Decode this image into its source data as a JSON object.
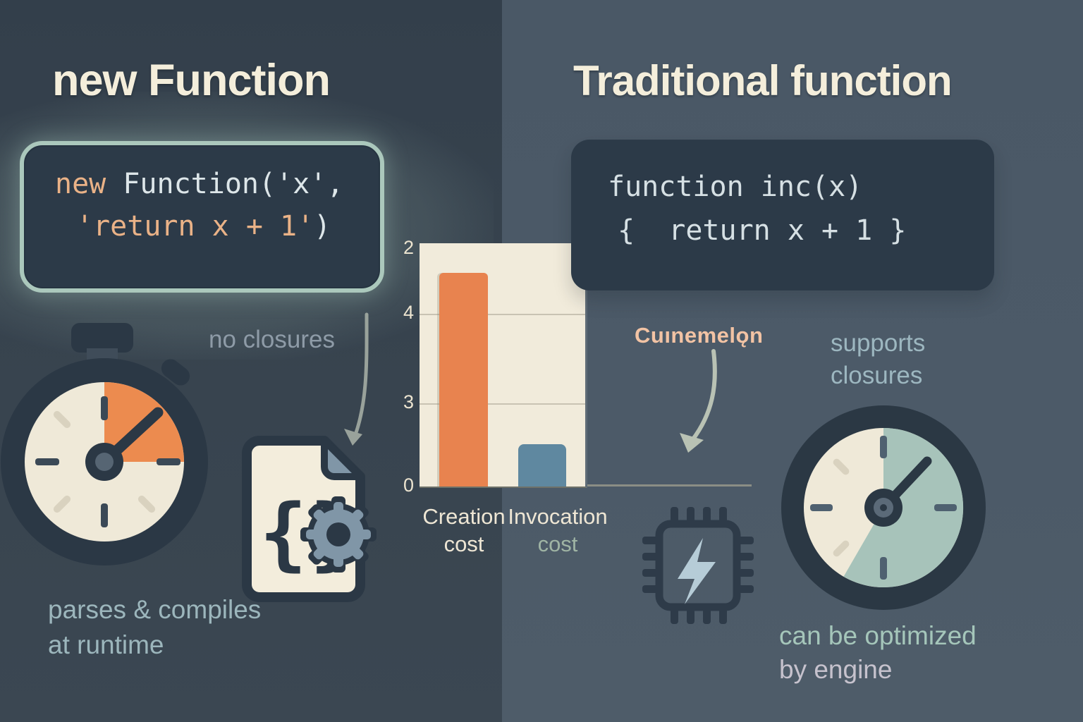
{
  "left_panel": {
    "title": "new Function",
    "code_block": {
      "line1_keyword": "new",
      "line1_rest": " Function('x',",
      "line2_string": "'return x + 1'",
      "line2_close": ")"
    },
    "no_closures_label": "no closures",
    "caption": {
      "line1": "parses & compiles",
      "line2": "at runtime"
    },
    "icons": {
      "stopwatch": "stopwatch-quarter-elapsed",
      "code_file": "code-file-with-gear"
    }
  },
  "right_panel": {
    "title": "Traditional function",
    "code_block": {
      "line1": "function inc(x)",
      "line2": "{  return x + 1 }"
    },
    "gibberish_label": "Cuınemelǫn",
    "supports_caption": {
      "line1": "supports",
      "line2": "closures"
    },
    "caption": {
      "line1": "can be optimized",
      "line2": "by engine"
    },
    "icons": {
      "chip": "cpu-chip-lightning",
      "clock": "clock-with-sector"
    }
  },
  "chart_data": {
    "type": "bar",
    "title": "",
    "xlabel": "",
    "ylabel": "",
    "categories": [
      "Creation cost",
      "Invocation cost"
    ],
    "values": [
      4.95,
      0.98
    ],
    "series_colors": [
      "#e8834f",
      "#5f88a0"
    ],
    "ylim": [
      0,
      5.63
    ],
    "yticks": [
      {
        "label": "2",
        "value": 5.5,
        "gridline": false
      },
      {
        "label": "4",
        "value": 4.0,
        "gridline": true
      },
      {
        "label": "3",
        "value": 1.93,
        "gridline": true
      },
      {
        "label": "0",
        "value": 0,
        "gridline": false
      }
    ],
    "category_labels": [
      {
        "line1": "Creation",
        "line2": "cost"
      },
      {
        "line1": "Invocation",
        "line2": "cost"
      }
    ],
    "panel_color": "#f1ebdb",
    "gridline_color": "#c9c3b3",
    "legend": "none",
    "grid": "horizontal"
  },
  "colors": {
    "bg_left": "#37434f",
    "bg_right": "#4c5a68",
    "title_text": "#f4eedb",
    "code_bg": "#2c3a48",
    "code_border": "#abc8bc",
    "code_keyword": "#eab287",
    "code_text": "#dde6e9",
    "muted_label": "#8e9ba7",
    "teal_label": "#9cb6bc",
    "peach_label": "#f2c3a4",
    "lavender_label": "#c6c2cd",
    "sage_label": "#9fb4a4"
  }
}
